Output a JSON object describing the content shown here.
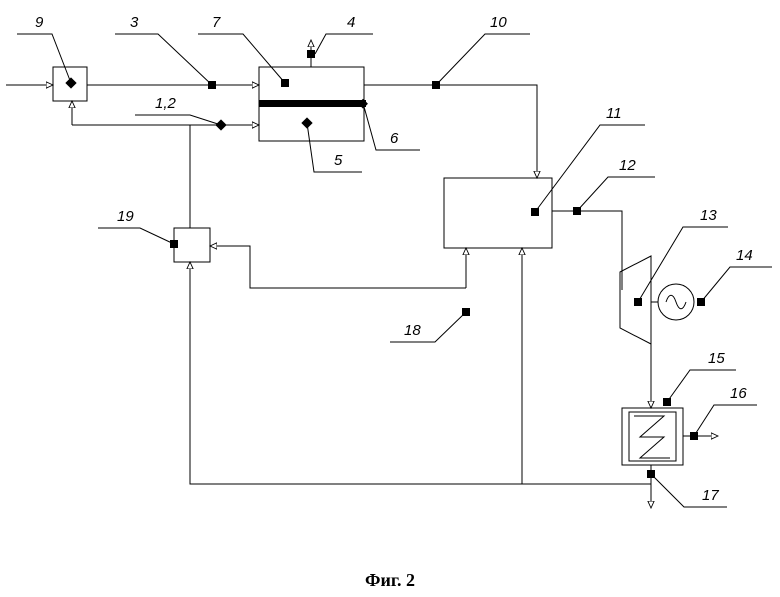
{
  "labels": {
    "l9": "9",
    "l3": "3",
    "l7": "7",
    "l4": "4",
    "l10": "10",
    "l12": "1,2",
    "l6": "6",
    "l5": "5",
    "l11": "11",
    "l12b": "12",
    "l13": "13",
    "l14": "14",
    "l19": "19",
    "l18": "18",
    "l15": "15",
    "l16": "16",
    "l17": "17"
  },
  "caption": "Фиг. 2"
}
